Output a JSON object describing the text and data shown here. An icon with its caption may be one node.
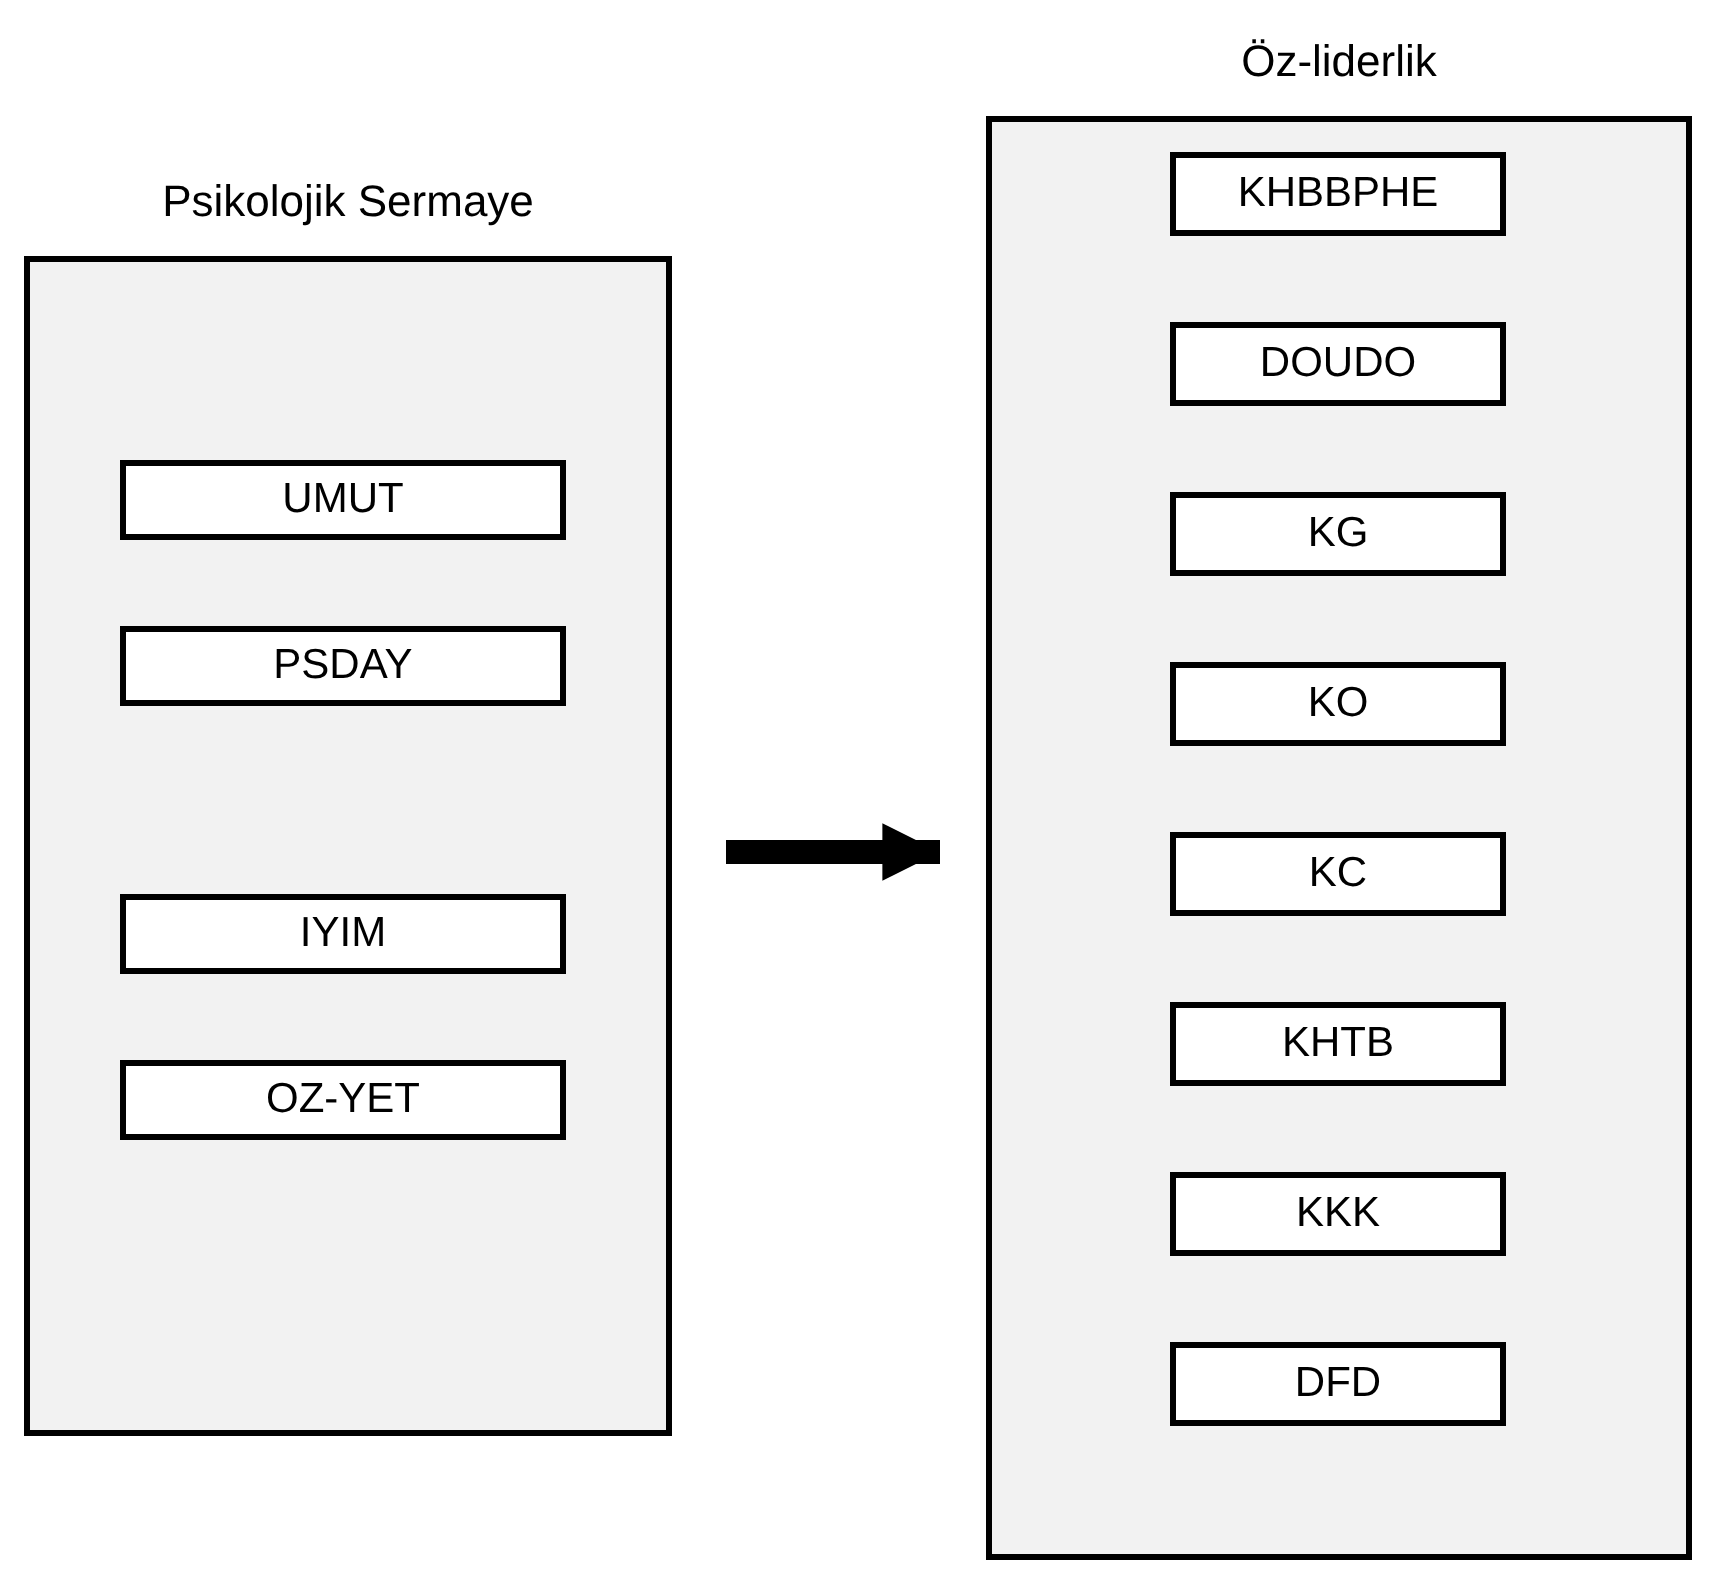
{
  "diagram": {
    "nodes": [
      {
        "text": [
          "Psikolojik Sermaye"
        ]
      },
      {
        "text": [
          "UMUT"
        ],
        "in": 0
      },
      {
        "text": [
          "PSDAY"
        ],
        "in": 0
      },
      {
        "text": [
          "IYIM"
        ],
        "in": 0
      },
      {
        "text": [
          "OZ-YET"
        ],
        "in": 0
      },
      {
        "text": [
          "Öz-liderlik"
        ]
      },
      {
        "text": [
          "KHBBPHE"
        ],
        "in": 5
      },
      {
        "text": [
          "DOUDO"
        ],
        "in": 5
      },
      {
        "text": [
          "KG"
        ],
        "in": 5
      },
      {
        "text": [
          "KO"
        ],
        "in": 5
      },
      {
        "text": [
          "KC"
        ],
        "in": 5
      },
      {
        "text": [
          "KHTB"
        ],
        "in": 5
      },
      {
        "text": [
          "KKK"
        ],
        "in": 5
      },
      {
        "text": [
          "DFD"
        ],
        "in": 5
      }
    ],
    "edges": [
      {
        "from": 0,
        "to": 5,
        "arrow": "to"
      }
    ]
  }
}
